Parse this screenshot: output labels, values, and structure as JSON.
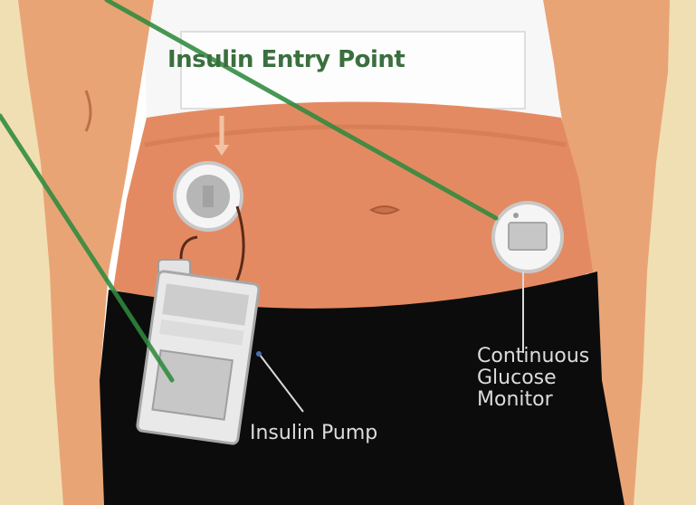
{
  "labels": {
    "insulin_entry_point": "Insulin Entry Point",
    "cgm": [
      "Continuous",
      "Glucose",
      "Monitor"
    ],
    "insulin_pump": "Insulin Pump"
  },
  "colors": {
    "background": "#ffffff",
    "skin": "#e48a62",
    "skin_shadow": "#c9714b",
    "arm": "#e9a476",
    "shirt": "#f7f7f7",
    "pants": "#0c0c0c",
    "device": "#e9e9e9",
    "leader_line": "#d9d9d9",
    "annotation_line": "#2f8a3e",
    "entry_label": "#3a6f3e"
  }
}
